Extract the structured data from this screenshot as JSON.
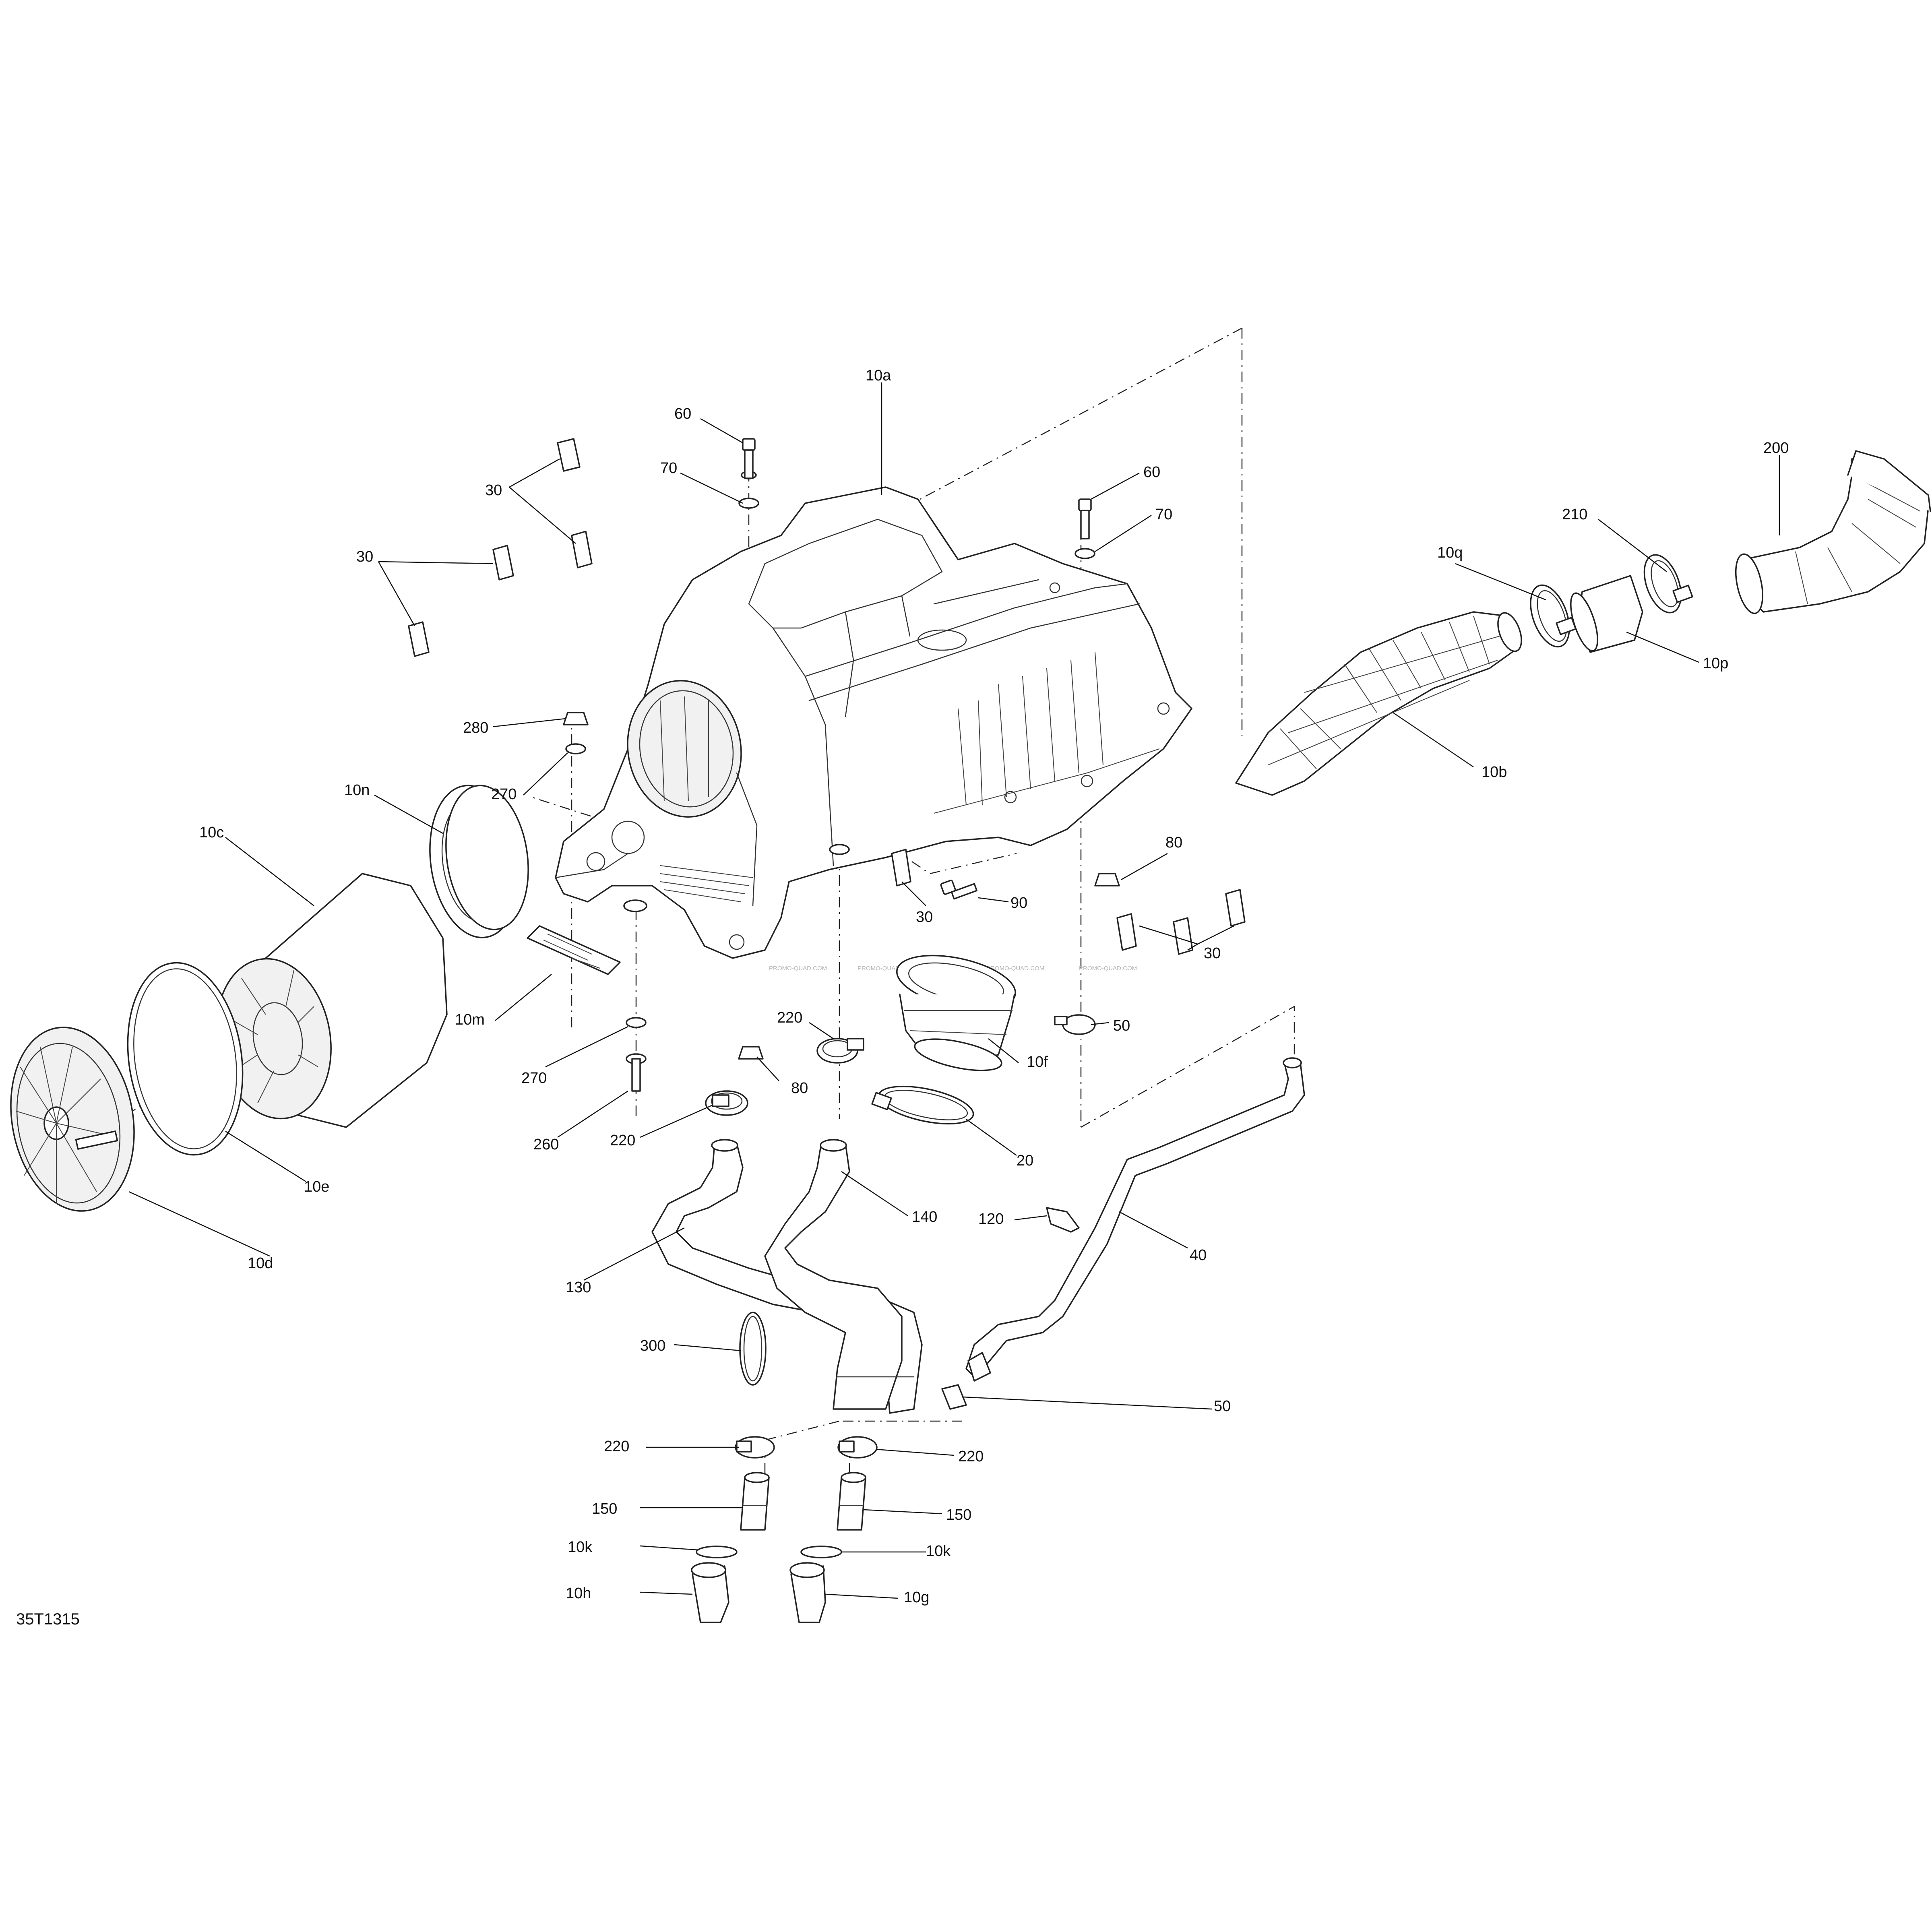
{
  "figure_ref": "35T1315",
  "watermark": "PROMO-QUAD.COM",
  "callouts": {
    "c10a": "10a",
    "c10b": "10b",
    "c10c": "10c",
    "c10d": "10d",
    "c10e": "10e",
    "c10f": "10f",
    "c10g": "10g",
    "c10h": "10h",
    "c10k_left": "10k",
    "c10k_right": "10k",
    "c10m": "10m",
    "c10n": "10n",
    "c10p": "10p",
    "c10q": "10q",
    "c20": "20",
    "c30_top": "30",
    "c30_left": "30",
    "c30_mid": "30",
    "c30_right": "30",
    "c40": "40",
    "c50_mid": "50",
    "c50_bottom": "50",
    "c60_left": "60",
    "c60_right": "60",
    "c70_left": "70",
    "c70_right": "70",
    "c80_right": "80",
    "c80_left": "80",
    "c90": "90",
    "c120": "120",
    "c130": "130",
    "c140": "140",
    "c150_left": "150",
    "c150_right": "150",
    "c200": "200",
    "c210": "210",
    "c220_center": "220",
    "c220_left": "220",
    "c220_lowleft": "220",
    "c220_lowright": "220",
    "c260": "260",
    "c270_top": "270",
    "c270_bottom": "270",
    "c280": "280",
    "c300": "300"
  }
}
